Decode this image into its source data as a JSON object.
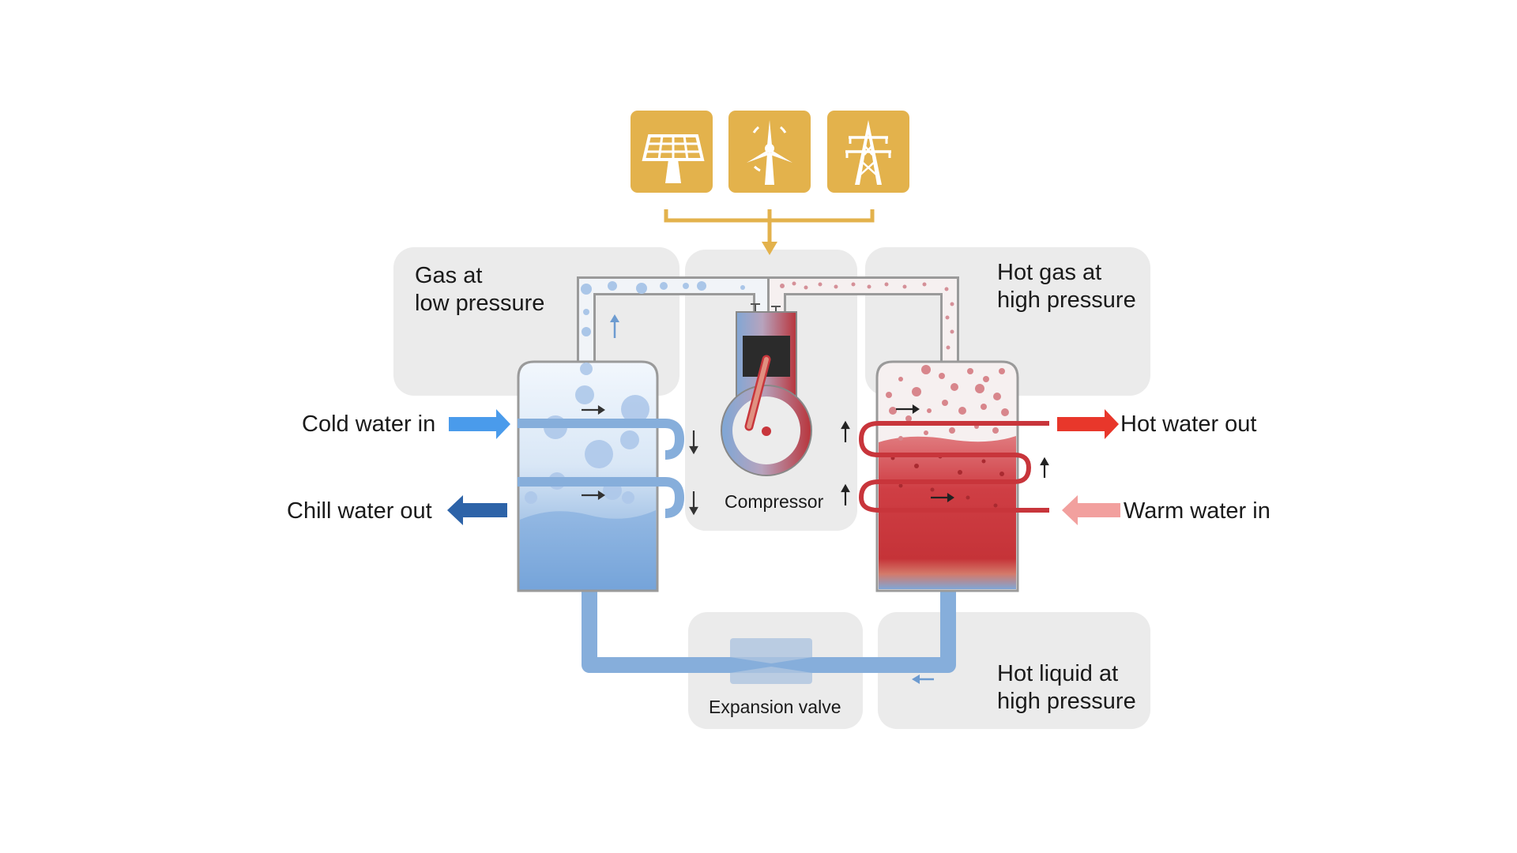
{
  "energy_sources": [
    {
      "icon": "solar-panel-icon"
    },
    {
      "icon": "wind-turbine-icon"
    },
    {
      "icon": "power-pylon-icon"
    }
  ],
  "labels": {
    "gas_low_line1": "Gas at",
    "gas_low_line2": "low pressure",
    "hot_gas_line1": "Hot gas at",
    "hot_gas_line2": "high pressure",
    "hot_liquid_line1": "Hot liquid at",
    "hot_liquid_line2": "high pressure",
    "cold_water_in": "Cold water in",
    "chill_water_out": "Chill water out",
    "hot_water_out": "Hot water out",
    "warm_water_in": "Warm water in",
    "compressor": "Compressor",
    "expansion_valve": "Expansion valve"
  },
  "colors": {
    "energy_gold": "#E3B24C",
    "cold_blue": "#4A9BEB",
    "chill_blue": "#2D63A8",
    "refrigerant_blue": "#86AEDB",
    "hot_red": "#E8372B",
    "warm_pink": "#F2A09E",
    "tank_red": "#C8353B",
    "panel_grey": "#EBEBEB"
  }
}
